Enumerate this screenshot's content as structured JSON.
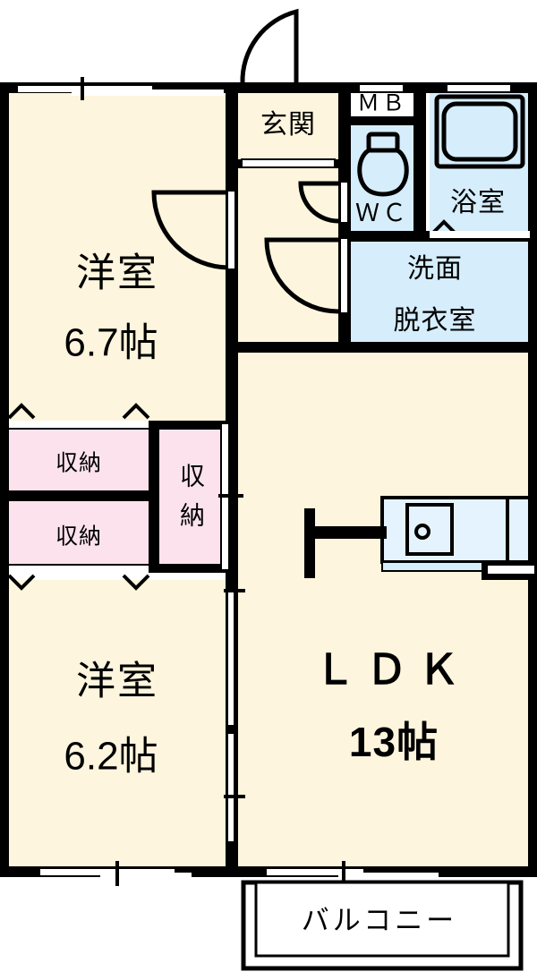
{
  "plan": {
    "type": "japanese-apartment-floor-plan",
    "layout_name": "2LDK",
    "colors": {
      "room_fill": "#fdf5dd",
      "wet_fill": "#d6edfb",
      "closet_fill": "#fbe2ed",
      "wall": "#000000",
      "balcony_fill": "#ffffff",
      "white": "#ffffff"
    }
  },
  "rooms": {
    "bedroom_top": {
      "name": "洋室",
      "area": "6.7帖"
    },
    "bedroom_bottom": {
      "name": "洋室",
      "area": "6.2帖"
    },
    "ldk": {
      "name": "ＬＤＫ",
      "area": "13帖"
    },
    "entrance": {
      "name": "玄関"
    },
    "meter_box": {
      "name": "ＭＢ"
    },
    "toilet": {
      "name": "ＷＣ"
    },
    "bathroom": {
      "name": "浴室"
    },
    "washroom": {
      "name_line1": "洗面",
      "name_line2": "脱衣室"
    },
    "balcony": {
      "name": "バルコニー"
    },
    "closet_upper": {
      "name": "収納"
    },
    "closet_lower": {
      "name": "収納"
    },
    "closet_vertical": {
      "name_char1": "収",
      "name_char2": "納"
    }
  }
}
